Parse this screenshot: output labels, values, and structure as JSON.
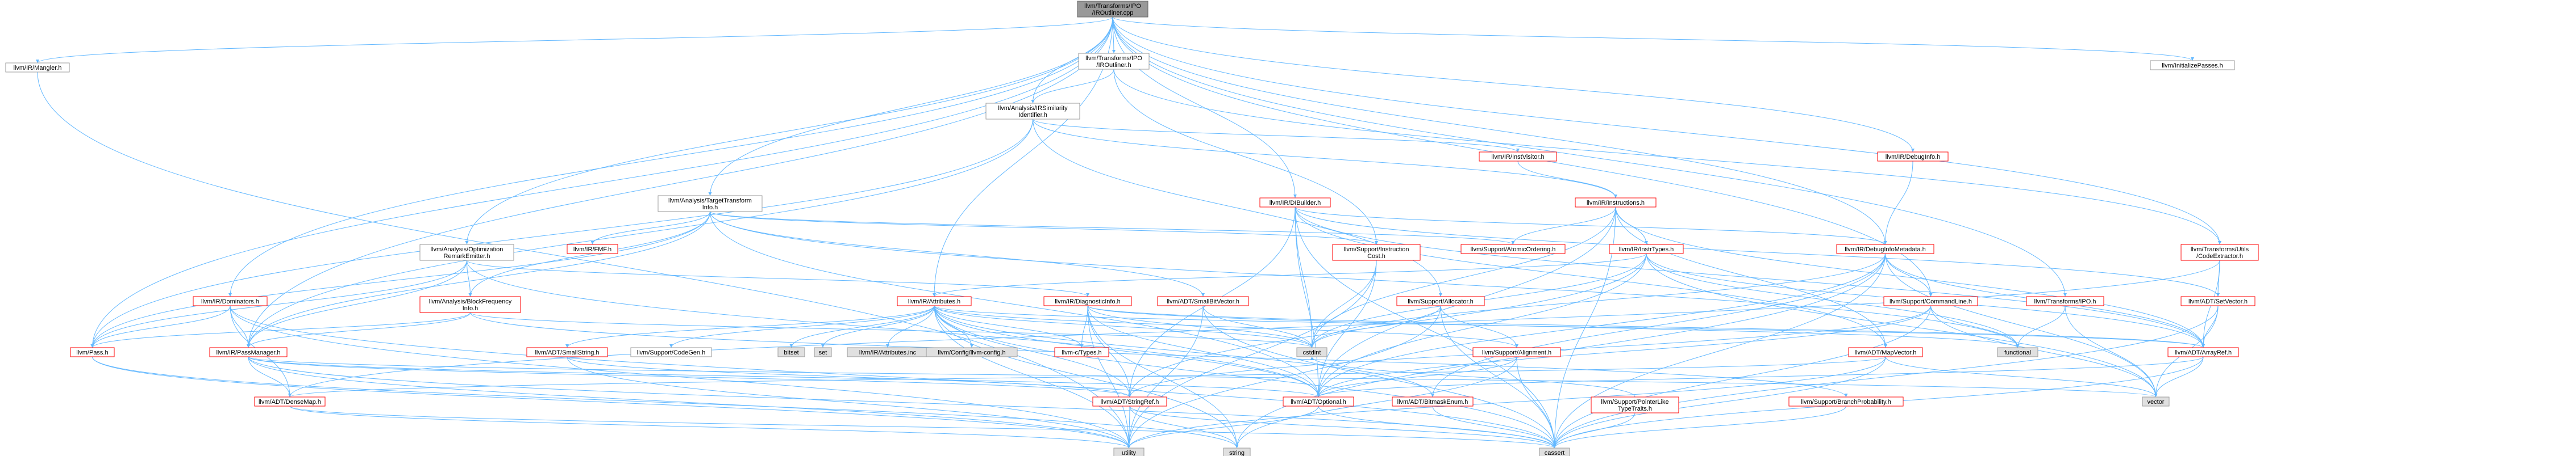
{
  "graph": {
    "edge_color": "#63b8ff",
    "nodes": [
      {
        "id": "root",
        "lines": [
          "llvm/Transforms/IPO",
          "/IROutliner.cpp"
        ],
        "style": "root"
      },
      {
        "id": "mangler",
        "lines": [
          "llvm/IR/Mangler.h"
        ],
        "style": "plain"
      },
      {
        "id": "iroutlinerh",
        "lines": [
          "llvm/Transforms/IPO",
          "/IROutliner.h"
        ],
        "style": "plain"
      },
      {
        "id": "initpasses",
        "lines": [
          "llvm/InitializePasses.h"
        ],
        "style": "plain"
      },
      {
        "id": "irsim",
        "lines": [
          "llvm/Analysis/IRSimilarity",
          "Identifier.h"
        ],
        "style": "plain"
      },
      {
        "id": "instvisitor",
        "lines": [
          "llvm/IR/InstVisitor.h"
        ],
        "style": "red"
      },
      {
        "id": "debuginfo",
        "lines": [
          "llvm/IR/DebugInfo.h"
        ],
        "style": "red"
      },
      {
        "id": "instructions",
        "lines": [
          "llvm/IR/Instructions.h"
        ],
        "style": "red"
      },
      {
        "id": "tti",
        "lines": [
          "llvm/Analysis/TargetTransform",
          "Info.h"
        ],
        "style": "plain"
      },
      {
        "id": "dibuilder",
        "lines": [
          "llvm/IR/DIBuilder.h"
        ],
        "style": "red"
      },
      {
        "id": "optremark",
        "lines": [
          "llvm/Analysis/Optimization",
          "RemarkEmitter.h"
        ],
        "style": "plain"
      },
      {
        "id": "fmf",
        "lines": [
          "llvm/IR/FMF.h"
        ],
        "style": "red"
      },
      {
        "id": "instcost",
        "lines": [
          "llvm/Support/Instruction",
          "Cost.h"
        ],
        "style": "red"
      },
      {
        "id": "atomicord",
        "lines": [
          "llvm/Support/AtomicOrdering.h"
        ],
        "style": "red"
      },
      {
        "id": "instrtypes",
        "lines": [
          "llvm/IR/InstrTypes.h"
        ],
        "style": "red"
      },
      {
        "id": "dim",
        "lines": [
          "llvm/IR/DebugInfoMetadata.h"
        ],
        "style": "red"
      },
      {
        "id": "codeextract",
        "lines": [
          "llvm/Transforms/Utils",
          "/CodeExtractor.h"
        ],
        "style": "red"
      },
      {
        "id": "dominators",
        "lines": [
          "llvm/IR/Dominators.h"
        ],
        "style": "red"
      },
      {
        "id": "bfi",
        "lines": [
          "llvm/Analysis/BlockFrequency",
          "Info.h"
        ],
        "style": "red"
      },
      {
        "id": "attributes",
        "lines": [
          "llvm/IR/Attributes.h"
        ],
        "style": "red"
      },
      {
        "id": "diaginfo",
        "lines": [
          "llvm/IR/DiagnosticInfo.h"
        ],
        "style": "red"
      },
      {
        "id": "smallbitvec",
        "lines": [
          "llvm/ADT/SmallBitVector.h"
        ],
        "style": "red"
      },
      {
        "id": "allocator",
        "lines": [
          "llvm/Support/Allocator.h"
        ],
        "style": "red"
      },
      {
        "id": "cmdline",
        "lines": [
          "llvm/Support/CommandLine.h"
        ],
        "style": "red"
      },
      {
        "id": "ipoh",
        "lines": [
          "llvm/Transforms/IPO.h"
        ],
        "style": "red"
      },
      {
        "id": "setvector",
        "lines": [
          "llvm/ADT/SetVector.h"
        ],
        "style": "red"
      },
      {
        "id": "passh",
        "lines": [
          "llvm/Pass.h"
        ],
        "style": "red"
      },
      {
        "id": "passmgr",
        "lines": [
          "llvm/IR/PassManager.h"
        ],
        "style": "red"
      },
      {
        "id": "smallstring",
        "lines": [
          "llvm/ADT/SmallString.h"
        ],
        "style": "red"
      },
      {
        "id": "codegen",
        "lines": [
          "llvm/Support/CodeGen.h"
        ],
        "style": "plain"
      },
      {
        "id": "bitset",
        "lines": [
          "bitset"
        ],
        "style": "sys"
      },
      {
        "id": "set",
        "lines": [
          "set"
        ],
        "style": "sys"
      },
      {
        "id": "attrinc",
        "lines": [
          "llvm/IR/Attributes.inc"
        ],
        "style": "sys"
      },
      {
        "id": "llvmconfig",
        "lines": [
          "llvm/Config/llvm-config.h"
        ],
        "style": "sys"
      },
      {
        "id": "ctypes",
        "lines": [
          "llvm-c/Types.h"
        ],
        "style": "red"
      },
      {
        "id": "cstdint",
        "lines": [
          "cstdint"
        ],
        "style": "sys"
      },
      {
        "id": "alignment",
        "lines": [
          "llvm/Support/Alignment.h"
        ],
        "style": "red"
      },
      {
        "id": "functional",
        "lines": [
          "functional"
        ],
        "style": "sys"
      },
      {
        "id": "mapvector",
        "lines": [
          "llvm/ADT/MapVector.h"
        ],
        "style": "red"
      },
      {
        "id": "arrayref",
        "lines": [
          "llvm/ADT/ArrayRef.h"
        ],
        "style": "red"
      },
      {
        "id": "densemap",
        "lines": [
          "llvm/ADT/DenseMap.h"
        ],
        "style": "red"
      },
      {
        "id": "stringref",
        "lines": [
          "llvm/ADT/StringRef.h"
        ],
        "style": "red"
      },
      {
        "id": "optional",
        "lines": [
          "llvm/ADT/Optional.h"
        ],
        "style": "red"
      },
      {
        "id": "bitmaskenum",
        "lines": [
          "llvm/ADT/BitmaskEnum.h"
        ],
        "style": "red"
      },
      {
        "id": "ptrlike",
        "lines": [
          "llvm/Support/PointerLike",
          "TypeTraits.h"
        ],
        "style": "red"
      },
      {
        "id": "branchprob",
        "lines": [
          "llvm/Support/BranchProbability.h"
        ],
        "style": "red"
      },
      {
        "id": "vector",
        "lines": [
          "vector"
        ],
        "style": "sys"
      },
      {
        "id": "utility",
        "lines": [
          "utility"
        ],
        "style": "sys"
      },
      {
        "id": "string",
        "lines": [
          "string"
        ],
        "style": "sys"
      },
      {
        "id": "cassert",
        "lines": [
          "cassert"
        ],
        "style": "sys"
      }
    ],
    "edges": [
      [
        "root",
        "mangler"
      ],
      [
        "root",
        "iroutlinerh"
      ],
      [
        "root",
        "initpasses"
      ],
      [
        "root",
        "irsim"
      ],
      [
        "root",
        "tti"
      ],
      [
        "root",
        "dibuilder"
      ],
      [
        "root",
        "debuginfo"
      ],
      [
        "root",
        "dim"
      ],
      [
        "root",
        "optremark"
      ],
      [
        "root",
        "dominators"
      ],
      [
        "root",
        "passh"
      ],
      [
        "root",
        "passmgr"
      ],
      [
        "root",
        "codeextract"
      ],
      [
        "root",
        "ipoh"
      ],
      [
        "root",
        "cmdline"
      ],
      [
        "root",
        "attributes"
      ],
      [
        "mangler",
        "utility"
      ],
      [
        "iroutlinerh",
        "irsim"
      ],
      [
        "iroutlinerh",
        "instcost"
      ],
      [
        "iroutlinerh",
        "codeextract"
      ],
      [
        "irsim",
        "instvisitor"
      ],
      [
        "irsim",
        "instructions"
      ],
      [
        "irsim",
        "passh"
      ],
      [
        "irsim",
        "passmgr"
      ],
      [
        "irsim",
        "allocator"
      ],
      [
        "instvisitor",
        "instructions"
      ],
      [
        "debuginfo",
        "dim"
      ],
      [
        "instructions",
        "instrtypes"
      ],
      [
        "instructions",
        "atomicord"
      ],
      [
        "instructions",
        "cstdint"
      ],
      [
        "instructions",
        "mapvector"
      ],
      [
        "instructions",
        "arrayref"
      ],
      [
        "instructions",
        "cassert"
      ],
      [
        "instructions",
        "optional"
      ],
      [
        "tti",
        "instcost"
      ],
      [
        "tti",
        "fmf"
      ],
      [
        "tti",
        "passh"
      ],
      [
        "tti",
        "passmgr"
      ],
      [
        "tti",
        "atomicord"
      ],
      [
        "tti",
        "bfi"
      ],
      [
        "tti",
        "optional"
      ],
      [
        "tti",
        "smallbitvec"
      ],
      [
        "tti",
        "functional"
      ],
      [
        "dibuilder",
        "dim"
      ],
      [
        "dibuilder",
        "cstdint"
      ],
      [
        "dibuilder",
        "mapvector"
      ],
      [
        "dibuilder",
        "optional"
      ],
      [
        "dibuilder",
        "setvector"
      ],
      [
        "dibuilder",
        "stringref"
      ],
      [
        "dibuilder",
        "arrayref"
      ],
      [
        "dibuilder",
        "cassert"
      ],
      [
        "optremark",
        "bfi"
      ],
      [
        "optremark",
        "diaginfo"
      ],
      [
        "optremark",
        "passmgr"
      ],
      [
        "optremark",
        "optional"
      ],
      [
        "optremark",
        "passh"
      ],
      [
        "instcost",
        "cstdint"
      ],
      [
        "instcost",
        "optional"
      ],
      [
        "instcost",
        "utility"
      ],
      [
        "instrtypes",
        "attributes"
      ],
      [
        "instrtypes",
        "cstdint"
      ],
      [
        "instrtypes",
        "functional"
      ],
      [
        "instrtypes",
        "vector"
      ],
      [
        "instrtypes",
        "optional"
      ],
      [
        "instrtypes",
        "stringref"
      ],
      [
        "instrtypes",
        "arrayref"
      ],
      [
        "dim",
        "cstdint"
      ],
      [
        "dim",
        "cmdline"
      ],
      [
        "dim",
        "bitmaskenum"
      ],
      [
        "dim",
        "optional"
      ],
      [
        "dim",
        "arrayref"
      ],
      [
        "dim",
        "vector"
      ],
      [
        "dim",
        "cassert"
      ],
      [
        "dim",
        "string"
      ],
      [
        "codeextract",
        "setvector"
      ],
      [
        "codeextract",
        "arrayref"
      ],
      [
        "codeextract",
        "densemap"
      ],
      [
        "dominators",
        "passh"
      ],
      [
        "dominators",
        "passmgr"
      ],
      [
        "dominators",
        "densemap"
      ],
      [
        "dominators",
        "cassert"
      ],
      [
        "dominators",
        "utility"
      ],
      [
        "bfi",
        "passmgr"
      ],
      [
        "bfi",
        "passh"
      ],
      [
        "bfi",
        "branchprob"
      ],
      [
        "bfi",
        "cstdint"
      ],
      [
        "bfi",
        "memory"
      ],
      [
        "attributes",
        "bitset"
      ],
      [
        "attributes",
        "set"
      ],
      [
        "attributes",
        "attrinc"
      ],
      [
        "attributes",
        "llvmconfig"
      ],
      [
        "attributes",
        "ctypes"
      ],
      [
        "attributes",
        "codegen"
      ],
      [
        "attributes",
        "smallstring"
      ],
      [
        "attributes",
        "cstdint"
      ],
      [
        "attributes",
        "alignment"
      ],
      [
        "attributes",
        "optional"
      ],
      [
        "attributes",
        "stringref"
      ],
      [
        "attributes",
        "arrayref"
      ],
      [
        "attributes",
        "bitmaskenum"
      ],
      [
        "attributes",
        "utility"
      ],
      [
        "attributes",
        "string"
      ],
      [
        "attributes",
        "cassert"
      ],
      [
        "diaginfo",
        "ctypes"
      ],
      [
        "diaginfo",
        "cstdint"
      ],
      [
        "diaginfo",
        "functional"
      ],
      [
        "diaginfo",
        "optional"
      ],
      [
        "diaginfo",
        "stringref"
      ],
      [
        "diaginfo",
        "string"
      ],
      [
        "diaginfo",
        "utility"
      ],
      [
        "diaginfo",
        "arrayref"
      ],
      [
        "smallbitvec",
        "cstdint"
      ],
      [
        "smallbitvec",
        "cassert"
      ],
      [
        "smallbitvec",
        "utility"
      ],
      [
        "allocator",
        "alignment"
      ],
      [
        "allocator",
        "cstdint"
      ],
      [
        "allocator",
        "utility"
      ],
      [
        "allocator",
        "cassert"
      ],
      [
        "cmdline",
        "functional"
      ],
      [
        "cmdline",
        "optional"
      ],
      [
        "cmdline",
        "stringref"
      ],
      [
        "cmdline",
        "vector"
      ],
      [
        "cmdline",
        "cassert"
      ],
      [
        "ipoh",
        "functional"
      ],
      [
        "ipoh",
        "vector"
      ],
      [
        "setvector",
        "arrayref"
      ],
      [
        "setvector",
        "cassert"
      ],
      [
        "setvector",
        "vector"
      ],
      [
        "passh",
        "string"
      ],
      [
        "passh",
        "utility"
      ],
      [
        "passmgr",
        "densemap"
      ],
      [
        "passmgr",
        "stringref"
      ],
      [
        "passmgr",
        "optional"
      ],
      [
        "passmgr",
        "vector"
      ],
      [
        "passmgr",
        "utility"
      ],
      [
        "passmgr",
        "cassert"
      ],
      [
        "smallstring",
        "stringref"
      ],
      [
        "smallstring",
        "utility"
      ],
      [
        "alignment",
        "optional"
      ],
      [
        "alignment",
        "cassert"
      ],
      [
        "alignment",
        "string"
      ],
      [
        "mapvector",
        "densemap"
      ],
      [
        "mapvector",
        "vector"
      ],
      [
        "mapvector",
        "cassert"
      ],
      [
        "mapvector",
        "utility"
      ],
      [
        "arrayref",
        "vector"
      ],
      [
        "arrayref",
        "cassert"
      ],
      [
        "arrayref",
        "optional"
      ],
      [
        "densemap",
        "utility"
      ],
      [
        "densemap",
        "cassert"
      ],
      [
        "stringref",
        "string"
      ],
      [
        "stringref",
        "utility"
      ],
      [
        "stringref",
        "cassert"
      ],
      [
        "optional",
        "cassert"
      ],
      [
        "optional",
        "utility"
      ],
      [
        "bitmaskenum",
        "cassert"
      ],
      [
        "ptrlike",
        "cassert"
      ],
      [
        "ptrlike",
        "cstdint"
      ],
      [
        "branchprob",
        "cassert"
      ]
    ]
  }
}
